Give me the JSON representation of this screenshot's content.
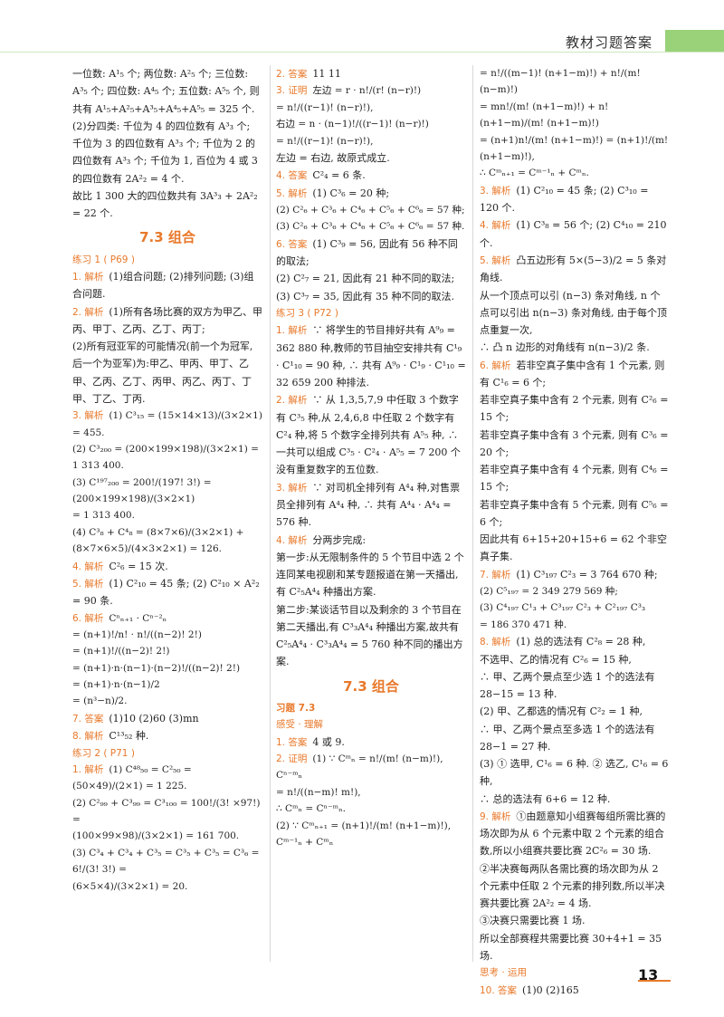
{
  "header": {
    "title": "教材习题答案",
    "page": "13"
  },
  "col1": {
    "p1": "一位数: A¹₅ 个; 两位数: A²₅ 个; 三位数: A³₅ 个; 四位数: A⁴₅ 个; 五位数: A⁵₅ 个, 则共有 A¹₅+A²₅+A³₅+A⁴₅+A⁵₅ = 325 个.",
    "p2": "(2)分四类: 千位为 4 的四位数有 A³₃ 个; 千位为 3 的四位数有 A³₃ 个; 千位为 2 的四位数有 A³₃ 个; 千位为 1, 百位为 4 或 3 的四位数有 2A²₂ = 4 个.",
    "p3": "故比 1 300 大的四位数共有 3A³₃ + 2A²₂ = 22 个.",
    "section": "7.3 组合",
    "practice1": "练习 1 ( P69 )",
    "q1_tag": "1. 解析",
    "q1": "(1)组合问题; (2)排列问题; (3)组合问题.",
    "q2_tag": "2. 解析",
    "q2a": "(1)所有各场比赛的双方为甲乙、甲丙、甲丁、乙丙、乙丁、丙丁;",
    "q2b": "(2)所有冠亚军的可能情况(前一个为冠军,后一个为亚军)为:甲乙、甲丙、甲丁、乙甲、乙丙、乙丁、丙甲、丙乙、丙丁、丁甲、丁乙、丁丙.",
    "q3_tag": "3. 解析",
    "q3_1": "(1) C³₁₅ = (15×14×13)/(3×2×1) = 455.",
    "q3_2": "(2) C³₂₀₀ = (200×199×198)/(3×2×1) = 1 313 400.",
    "q3_3": "(3) C¹⁹⁷₂₀₀ = 200!/(197! 3!) = (200×199×198)/(3×2×1)",
    "q3_3b": "= 1 313 400.",
    "q3_4": "(4) C³₈ + C⁴₈ = (8×7×6)/(3×2×1) + (8×7×6×5)/(4×3×2×1) = 126.",
    "q4_tag": "4. 解析",
    "q4": "C²₆ = 15 次.",
    "q5_tag": "5. 解析",
    "q5": "(1) C²₁₀ = 45 条; (2) C²₁₀ × A²₂ = 90 条.",
    "q6_tag": "6. 解析",
    "q6_l1": "Cⁿₙ₊₁ · Cⁿ⁻²ₙ",
    "q6_l2": "= (n+1)!/n! · n!/((n−2)! 2!)",
    "q6_l3": "= (n+1)!/((n−2)! 2!)",
    "q6_l4": "= (n+1)·n·(n−1)·(n−2)!/((n−2)! 2!)",
    "q6_l5": "= (n+1)·n·(n−1)/2",
    "q6_l6": "= (n³−n)/2.",
    "q7_tag": "7. 答案",
    "q7": "(1)10 (2)60 (3)mn",
    "q8_tag": "8. 解析",
    "q8": "C¹³₅₂ 种.",
    "practice2": "练习 2 ( P71 )",
    "r1_tag": "1. 解析",
    "r1": "(1) C⁴⁸₅₀ = C²₅₀ = (50×49)/(2×1) = 1 225.",
    "r2": "(2) C²₉₉ + C³₉₉ = C³₁₀₀ = 100!/(3! ×97!) =",
    "r2b": "(100×99×98)/(3×2×1) = 161 700.",
    "r3": "(3) C³₄ + C³₄ + C³₅ = C³₅ + C³₅ = C³₆ = 6!/(3! 3!) =",
    "r3b": "(6×5×4)/(3×2×1) = 20."
  },
  "col2": {
    "a2_tag": "2. 答案",
    "a2": "11 11",
    "a3_tag": "3. 证明",
    "a3_1": "左边 = r · n!/(r! (n−r)!)",
    "a3_2": "= n!/((r−1)! (n−r)!),",
    "a3_3": "右边 = n · (n−1)!/((r−1)! (n−r)!)",
    "a3_4": "= n!/((r−1)! (n−r)!),",
    "a3_5": "左边 = 右边, 故原式成立.",
    "a4_tag": "4. 答案",
    "a4": "C²₄ = 6 条.",
    "a5_tag": "5. 解析",
    "a5_1": "(1) C³₆ = 20 种;",
    "a5_2": "(2) C²₆ + C³₆ + C⁴₆ + C⁵₆ + C⁶₆ = 57 种;",
    "a5_3": "(3) C²₆ + C³₆ + C⁴₆ + C⁵₆ + C⁶₆ = 57 种.",
    "a6_tag": "6. 答案",
    "a6_1": "(1) C³₉ = 56, 因此有 56 种不同的取法;",
    "a6_2": "(2) C²₇ = 21, 因此有 21 种不同的取法;",
    "a6_3": "(3) C³₇ = 35, 因此有 35 种不同的取法.",
    "practice3": "练习 3 ( P72 )",
    "b1_tag": "1. 解析",
    "b1": "∵ 将学生的节目排好共有 A⁹₉ = 362 880 种,教师的节目抽空安排共有 C¹₉ · C¹₁₀ = 90 种, ∴ 共有 A⁹₉ · C¹₉ · C¹₁₀ = 32 659 200 种排法.",
    "b2_tag": "2. 解析",
    "b2": "∵ 从 1,3,5,7,9 中任取 3 个数字有 C³₅ 种,从 2,4,6,8 中任取 2 个数字有 C²₄ 种,将 5 个数字全排列共有 A⁵₅ 种, ∴ 一共可以组成 C³₅ · C²₄ · A⁵₅ = 7 200 个没有重复数字的五位数.",
    "b3_tag": "3. 解析",
    "b3": "∵ 对司机全排列有 A⁴₄ 种,对售票员全排列有 A⁴₄ 种, ∴ 共有 A⁴₄ · A⁴₄ = 576 种.",
    "b4_tag": "4. 解析",
    "b4_1": "分两步完成:",
    "b4_2": "第一步:从无限制条件的 5 个节目中选 2 个连同某电视剧和某专题报道在第一天播出,有 C²₅A⁴₄ 种播出方案.",
    "b4_3": "第二步:某谈话节目以及剩余的 3 个节目在第二天播出,有 C³₃A⁴₄ 种播出方案,故共有 C²₅A⁴₄ · C³₃A⁴₄ = 5 760 种不同的播出方案.",
    "section2": "7.3 组合",
    "exercise": "习题 7.3",
    "feel": "感受 · 理解",
    "e1_tag": "1. 答案",
    "e1": "4 或 9.",
    "e2_tag": "2. 证明",
    "e2_1": "(1) ∵ Cᵐₙ = n!/(m! (n−m)!), Cⁿ⁻ᵐₙ",
    "e2_2": "= n!/((n−m)! m!),",
    "e2_3": "∴ Cᵐₙ = Cⁿ⁻ᵐₙ.",
    "e2_4": "(2) ∵ Cᵐₙ₊₁ = (n+1)!/(m! (n+1−m)!),",
    "e2_5": "Cᵐ⁻¹ₙ + Cᵐₙ"
  },
  "col3": {
    "c1": "= n!/((m−1)! (n+1−m)!) + n!/(m! (n−m)!)",
    "c2": "= mn!/(m! (n+1−m)!) + n! (n+1−m)/(m! (n+1−m)!)",
    "c3": "= (n+1)n!/(m! (n+1−m)!) = (n+1)!/(m! (n+1−m)!),",
    "c4": "∴ Cᵐₙ₊₁ = Cᵐ⁻¹ₙ + Cᵐₙ.",
    "d3_tag": "3. 解析",
    "d3": "(1) C²₁₀ = 45 条; (2) C³₁₀ = 120 个.",
    "d4_tag": "4. 解析",
    "d4": "(1) C³₈ = 56 个; (2) C⁴₁₀ = 210 个.",
    "d5_tag": "5. 解析",
    "d5_1": "凸五边形有 5×(5−3)/2 = 5 条对角线.",
    "d5_2": "从一个顶点可以引 (n−3) 条对角线, n 个点可以引出 n(n−3) 条对角线, 由于每个顶点重复一次,",
    "d5_3": "∴ 凸 n 边形的对角线有 n(n−3)/2 条.",
    "d6_tag": "6. 解析",
    "d6_1": "若非空真子集中含有 1 个元素, 则有 C¹₆ = 6 个;",
    "d6_2": "若非空真子集中含有 2 个元素, 则有 C²₆ = 15 个;",
    "d6_3": "若非空真子集中含有 3 个元素, 则有 C³₆ = 20 个;",
    "d6_4": "若非空真子集中含有 4 个元素, 则有 C⁴₆ = 15 个;",
    "d6_5": "若非空真子集中含有 5 个元素, 则有 C⁵₆ = 6 个;",
    "d6_6": "因此共有 6+15+20+15+6 = 62 个非空真子集.",
    "d7_tag": "7. 解析",
    "d7_1": "(1) C³₁₉₇ C²₃ = 3 764 670 种;",
    "d7_2": "(2) C⁵₁₉₇ = 2 349 279 569 种;",
    "d7_3": "(3) C⁴₁₉₇ C¹₃ + C³₁₉₇ C²₃ + C²₁₉₇ C³₃",
    "d7_4": "= 186 370 471 种.",
    "d8_tag": "8. 解析",
    "d8_1": "(1) 总的选法有 C²₈ = 28 种,",
    "d8_2": "不选甲、乙的情况有 C²₆ = 15 种,",
    "d8_3": "∴ 甲、乙两个景点至少选 1 个的选法有 28−15 = 13 种.",
    "d8_4": "(2) 甲、乙都选的情况有 C²₂ = 1 种,",
    "d8_5": "∴ 甲、乙两个景点至多选 1 个的选法有 28−1 = 27 种.",
    "d8_6": "(3) ① 选甲, C¹₆ = 6 种. ② 选乙, C¹₆ = 6 种,",
    "d8_7": "∴ 总的选法有 6+6 = 12 种.",
    "d9_tag": "9. 解析",
    "d9_1": "①由题意知小组赛每组所需比赛的场次即为从 6 个元素中取 2 个元素的组合数,所以小组赛共要比赛 2C²₆ = 30 场.",
    "d9_2": "②半决赛每两队各需比赛的场次即为从 2 个元素中任取 2 个元素的排列数,所以半决赛共要比赛 2A²₂ = 4 场.",
    "d9_3": "③决赛只需要比赛 1 场.",
    "d9_4": "所以全部赛程共需要比赛 30+4+1 = 35 场.",
    "think": "思考 · 运用",
    "d10_tag": "10. 答案",
    "d10": "(1)0 (2)165"
  }
}
